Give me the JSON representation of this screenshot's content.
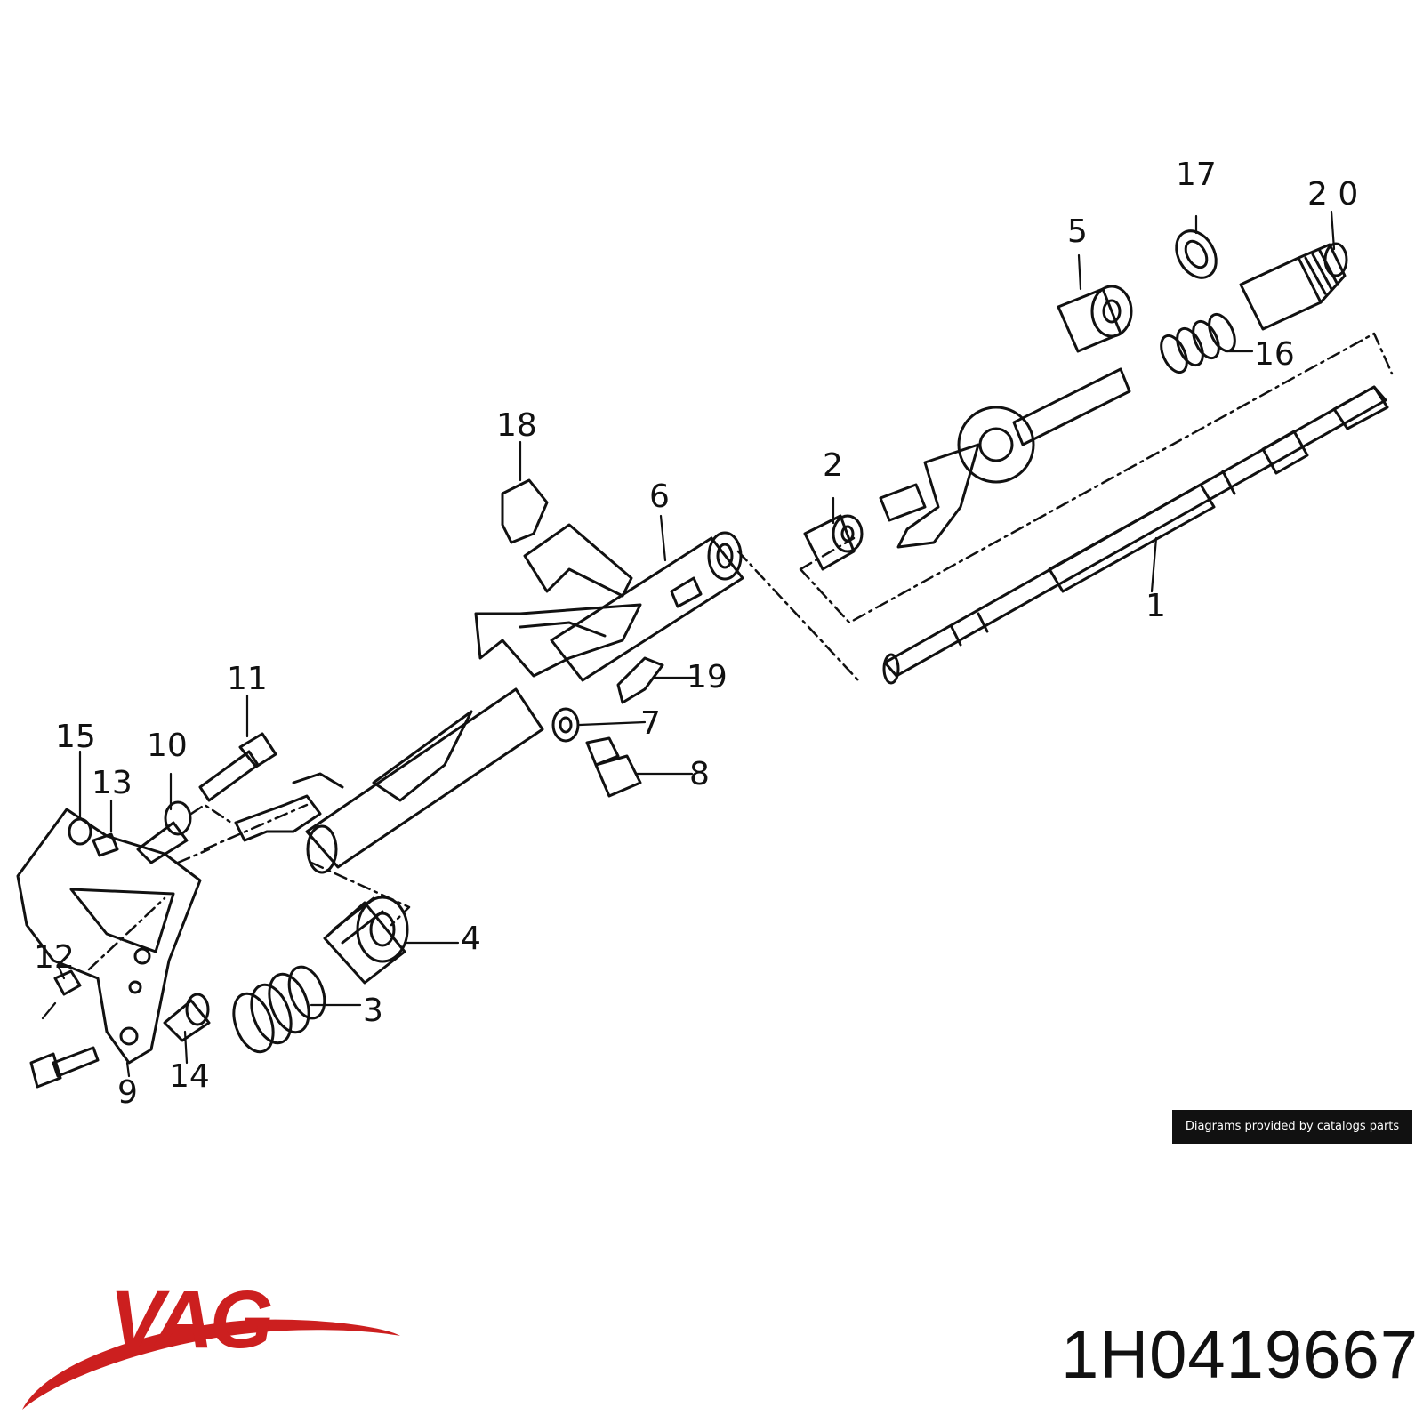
{
  "diagram": {
    "callouts": [
      {
        "id": "1",
        "label": "1"
      },
      {
        "id": "2",
        "label": "2"
      },
      {
        "id": "3",
        "label": "3"
      },
      {
        "id": "4",
        "label": "4"
      },
      {
        "id": "5",
        "label": "5"
      },
      {
        "id": "6",
        "label": "6"
      },
      {
        "id": "7",
        "label": "7"
      },
      {
        "id": "8",
        "label": "8"
      },
      {
        "id": "9",
        "label": "9"
      },
      {
        "id": "10",
        "label": "10"
      },
      {
        "id": "11",
        "label": "11"
      },
      {
        "id": "12",
        "label": "12"
      },
      {
        "id": "13",
        "label": "13"
      },
      {
        "id": "14",
        "label": "14"
      },
      {
        "id": "15",
        "label": "15"
      },
      {
        "id": "16",
        "label": "16"
      },
      {
        "id": "17",
        "label": "17"
      },
      {
        "id": "18",
        "label": "18"
      },
      {
        "id": "19",
        "label": "19"
      },
      {
        "id": "20",
        "label": "2 0"
      }
    ]
  },
  "credit": "Diagrams provided by catalogs parts",
  "brand": {
    "name": "VAG",
    "color": "#cc1f1f"
  },
  "part_number": "1H0419667"
}
